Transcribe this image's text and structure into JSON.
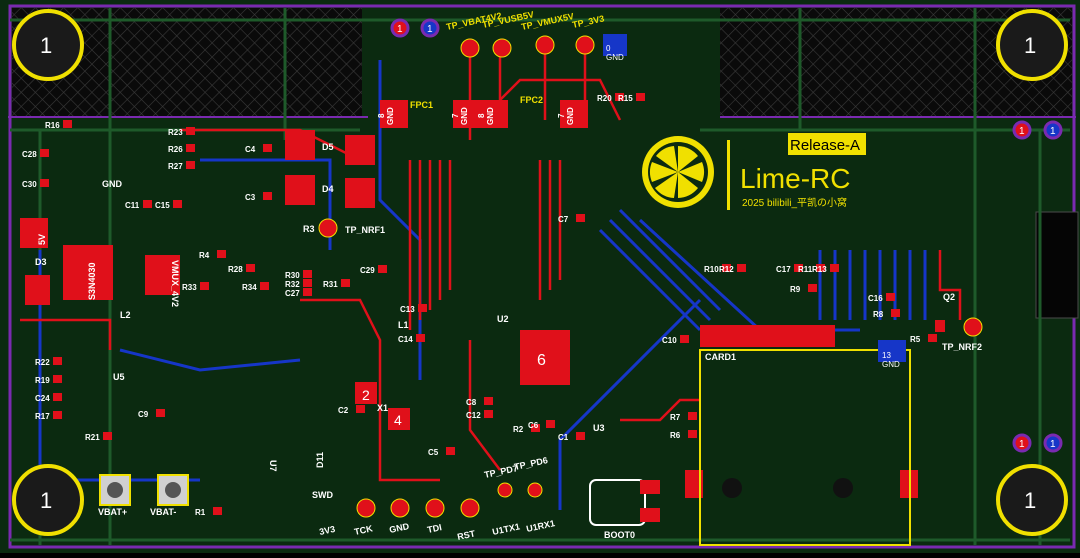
{
  "board": {
    "name": "Lime-RC",
    "release": "Release-A",
    "credit": "2025 bilibili_平凯の小窝",
    "colors": {
      "substrate": "#0b2a10",
      "copper_top": "#e0101a",
      "copper_bottom": "#1636c8",
      "silkscreen": "#f0e000",
      "outline": "#7a2ab0",
      "grid": "#1e4d28"
    }
  },
  "mounting_holes": [
    "1",
    "1",
    "1",
    "1"
  ],
  "test_points": {
    "top": [
      "TP_VBAT4V2",
      "TP_VUSB5V",
      "TP_VMUX5V",
      "TP_3V3"
    ],
    "gnd_pad": "0\nGND",
    "nrf1": "TP_NRF1",
    "nrf2": "TP_NRF2",
    "gnd13": "13\nGND"
  },
  "connectors": {
    "fpc1": "FPC1",
    "fpc2": "FPC2",
    "fpc_pins": [
      "8",
      "GND",
      "7",
      "GND",
      "8",
      "GND",
      "7",
      "GND"
    ]
  },
  "components": {
    "u2": "U2",
    "u3": "U3",
    "u5": "U5",
    "u7": "U7",
    "x1": "X1",
    "l1": "L1",
    "l2": "L2",
    "d3": "D3",
    "d11": "D11",
    "q2": "Q2",
    "card1": "CARD1",
    "ic_mux": "VMUX_4V2",
    "ic_s3n": "S3N4030",
    "v5": "5V",
    "gnd_label": "GND",
    "pad6": "6",
    "pad2a": "2",
    "pad4": "4",
    "d5": "D5",
    "d4": "D4",
    "r3": "R3"
  },
  "refdes": [
    "R16",
    "C28",
    "C30",
    "R23",
    "R26",
    "R27",
    "C15",
    "C11",
    "C4",
    "C3",
    "R22",
    "R19",
    "C24",
    "R17",
    "R21",
    "R33",
    "R28",
    "R34",
    "C27",
    "R30",
    "R32",
    "C29",
    "R31",
    "C13",
    "C14",
    "C5",
    "C7",
    "C8",
    "C12",
    "C10",
    "C16",
    "R8",
    "R5",
    "C17",
    "R11",
    "R13",
    "R10",
    "R12",
    "R9",
    "R20",
    "R15",
    "R2",
    "C1",
    "C6",
    "R7",
    "R6",
    "R1",
    "R4",
    "C2",
    "C9"
  ],
  "bottom_pads": {
    "batt": [
      "VBAT+",
      "VBAT-"
    ],
    "swd": "SWD",
    "debug": [
      "3V3",
      "TCK",
      "GND",
      "TDI",
      "RST"
    ],
    "uart_tp": [
      "TP_PD7",
      "TP_PD6"
    ],
    "uart": [
      "U1TX1",
      "U1RX1"
    ],
    "boot": "BOOT0",
    "boot_pins": [
      "2",
      "4"
    ]
  },
  "side_markers": [
    "1",
    "1",
    "1",
    "1",
    "1",
    "1"
  ]
}
